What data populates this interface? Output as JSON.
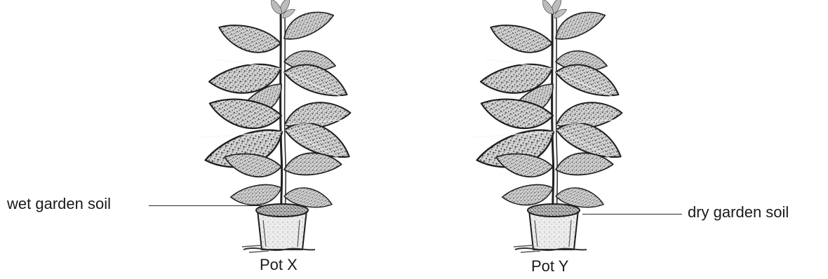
{
  "labels": {
    "left_soil": "wet garden soil",
    "right_soil": "dry garden soil",
    "left_pot": "Pot X",
    "right_pot": "Pot Y"
  },
  "icons": {
    "left_plant": "potted-plant-icon",
    "right_plant": "potted-plant-icon"
  }
}
